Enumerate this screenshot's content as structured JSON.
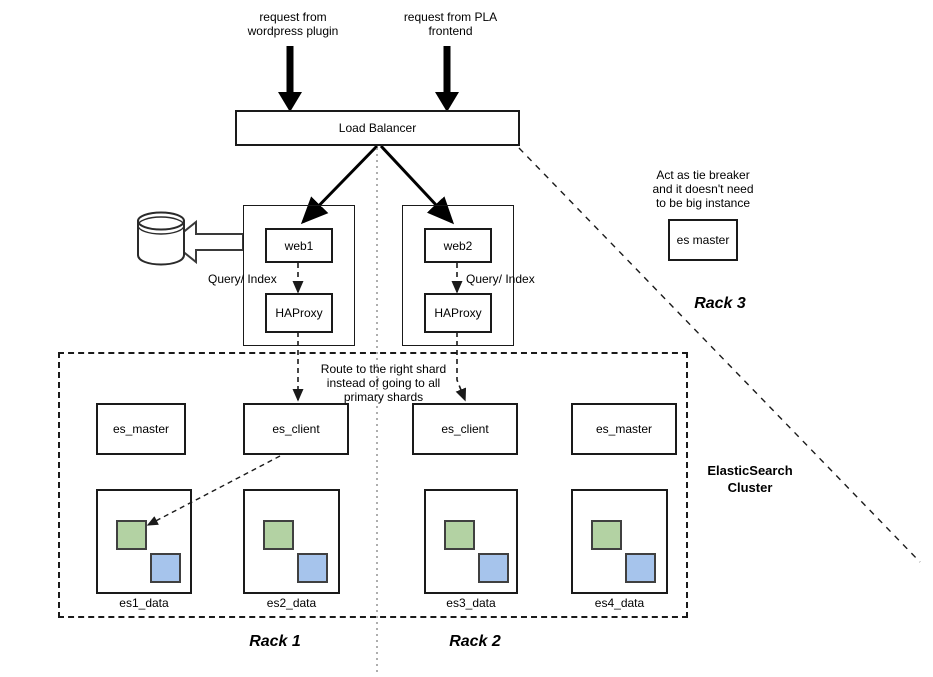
{
  "diagram": {
    "title": "ElasticSearch Cluster Architecture",
    "colors": {
      "shard_primary_green": "#b3d2a3",
      "shard_replica_blue": "#a6c4ec",
      "stroke": "#1a1a1a",
      "background": "#ffffff"
    }
  },
  "inputs": [
    {
      "label": "request from\nwordpress plugin"
    },
    {
      "label": "request from PLA\nfrontend"
    }
  ],
  "load_balancer": {
    "label": "Load Balancer"
  },
  "web_tier": [
    {
      "web_label": "web1",
      "proxy_label": "HAProxy",
      "edge_label": "Query/ Index"
    },
    {
      "web_label": "web2",
      "proxy_label": "HAProxy",
      "edge_label": "Query/ Index"
    }
  ],
  "database": {
    "name": "database-cylinder"
  },
  "rack3": {
    "note": "Act as tie breaker\nand it doesn't need\nto be big instance",
    "node_label": "es\nmaster",
    "rack_label": "Rack 3"
  },
  "routing_note": {
    "text": "Route to the right shard\ninstead of going to all\nprimary shards"
  },
  "cluster": {
    "label": "ElasticSearch\nCluster",
    "nodes": [
      {
        "label": "es_master"
      },
      {
        "label": "es_client"
      },
      {
        "label": "es_client"
      },
      {
        "label": "es_master"
      }
    ],
    "data_nodes": [
      {
        "label": "es1_data",
        "shards": [
          {
            "type": "primary"
          },
          {
            "type": "replica"
          }
        ]
      },
      {
        "label": "es2_data",
        "shards": [
          {
            "type": "primary"
          },
          {
            "type": "replica"
          }
        ]
      },
      {
        "label": "es3_data",
        "shards": [
          {
            "type": "primary"
          },
          {
            "type": "replica"
          }
        ]
      },
      {
        "label": "es4_data",
        "shards": [
          {
            "type": "primary"
          },
          {
            "type": "replica"
          }
        ]
      }
    ]
  },
  "racks": [
    {
      "label": "Rack 1"
    },
    {
      "label": "Rack 2"
    }
  ]
}
